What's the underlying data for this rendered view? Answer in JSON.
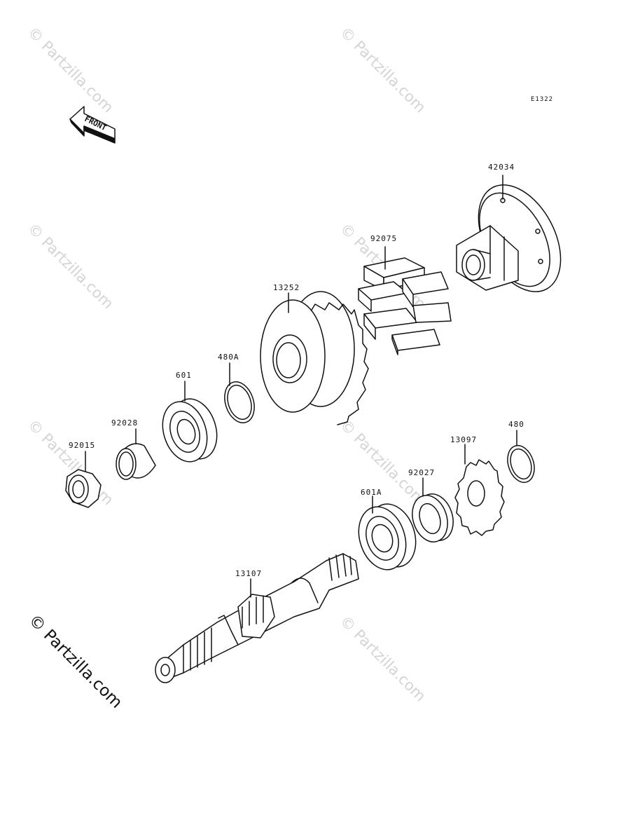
{
  "diagram": {
    "ref_code": "E1322",
    "front_arrow": {
      "text": "FRONT",
      "icon": "front-arrow-icon"
    },
    "watermark_text": "© Partzilla.com",
    "parts": [
      {
        "id": "p-42034",
        "number": "42034"
      },
      {
        "id": "p-92075",
        "number": "92075"
      },
      {
        "id": "p-13252",
        "number": "13252"
      },
      {
        "id": "p-480A",
        "number": "480A"
      },
      {
        "id": "p-601",
        "number": "601"
      },
      {
        "id": "p-92028",
        "number": "92028"
      },
      {
        "id": "p-92015",
        "number": "92015"
      },
      {
        "id": "p-480",
        "number": "480"
      },
      {
        "id": "p-13097",
        "number": "13097"
      },
      {
        "id": "p-92027",
        "number": "92027"
      },
      {
        "id": "p-601A",
        "number": "601A"
      },
      {
        "id": "p-13107",
        "number": "13107"
      }
    ]
  }
}
